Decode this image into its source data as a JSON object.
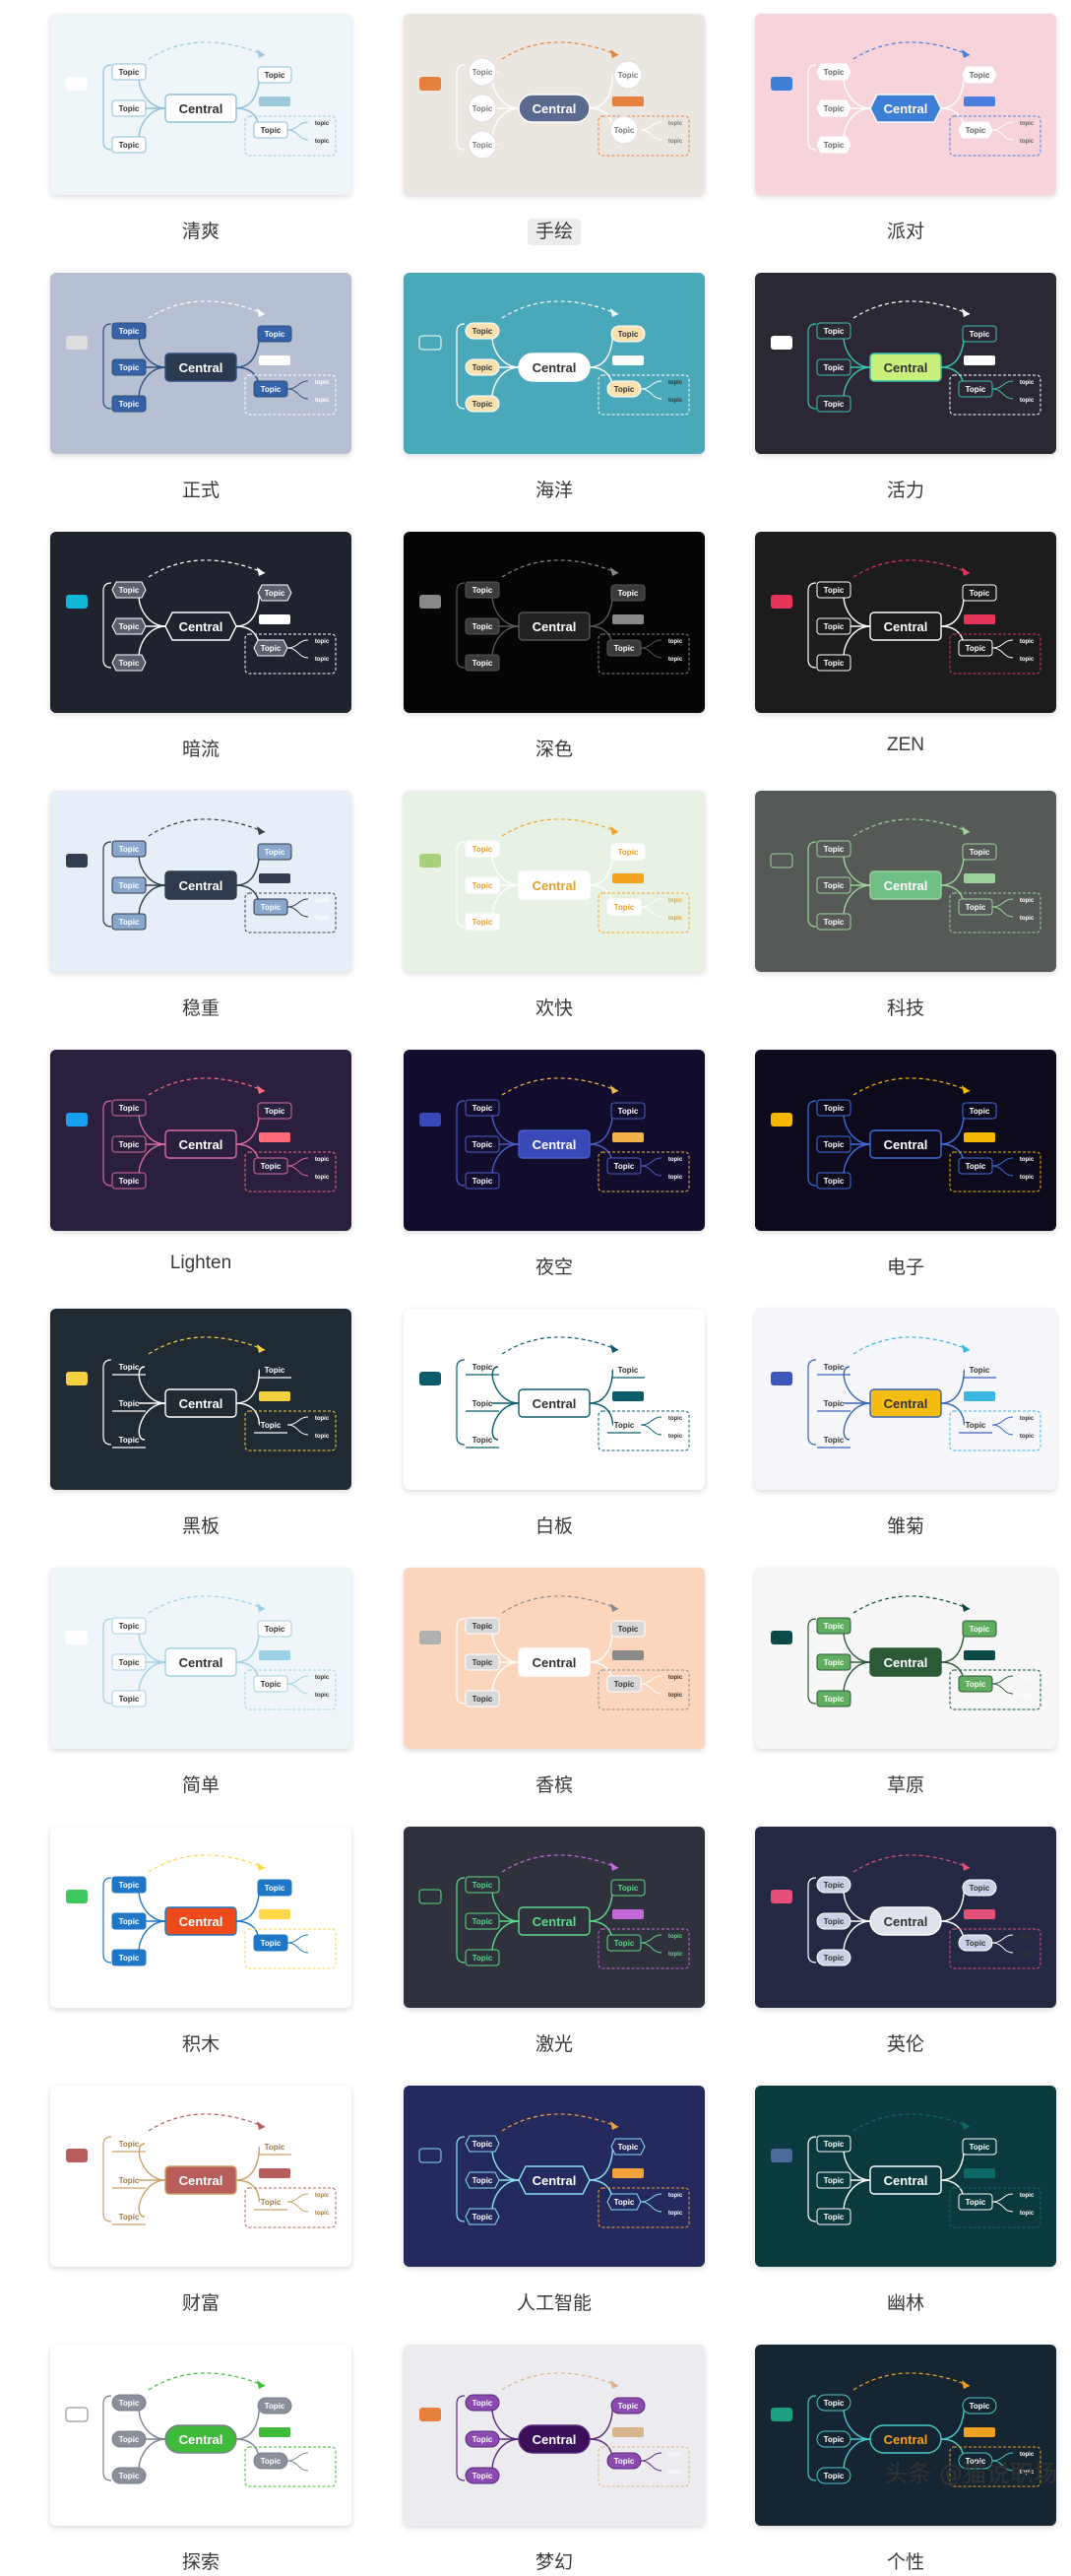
{
  "node_labels": {
    "topic": "Topic",
    "subtopic": "topic",
    "central": "Central"
  },
  "themes": [
    {
      "name": "清爽",
      "central": "Central",
      "highlighted": false,
      "bg": "#eef6fa",
      "accent": "#9dc8dc",
      "line": "#8fbfd6",
      "central_fill": "#ffffff",
      "central_text": "#333333",
      "topic_fill": "#ffffff",
      "topic_text": "#333333",
      "tag": "#ffffff",
      "style": "plain"
    },
    {
      "name": "手绘",
      "central": "Central",
      "highlighted": true,
      "bg": "#ece6e0",
      "accent": "#e6803c",
      "line": "#ffffff",
      "central_fill": "#5a6a8e",
      "central_text": "#ffffff",
      "topic_fill": "#ffffff",
      "topic_text": "#7a7a7a",
      "tag": "#e6803c",
      "style": "circle"
    },
    {
      "name": "派对",
      "central": "Central",
      "highlighted": false,
      "bg": "#f7d3dc",
      "accent": "#4a7fe0",
      "line": "#ffffff",
      "central_fill": "#3d7fd6",
      "central_text": "#ffffff",
      "topic_fill": "#ffffff",
      "topic_text": "#666666",
      "tag": "#3d7fd6",
      "style": "hex"
    },
    {
      "name": "正式",
      "central": "Central",
      "highlighted": false,
      "bg": "#b7c0d3",
      "accent": "#ffffff",
      "line": "#2f4f7f",
      "central_fill": "#2c3a4f",
      "central_text": "#ffffff",
      "topic_fill": "#3562a6",
      "topic_text": "#ffffff",
      "tag": "#dddddd",
      "style": "plain"
    },
    {
      "name": "海洋",
      "central": "Central",
      "highlighted": false,
      "bg": "#4aa8bb",
      "accent": "#ffffff",
      "line": "#ffffff",
      "central_fill": "#ffffff",
      "central_text": "#333333",
      "topic_fill": "#f9e1b0",
      "topic_text": "#333333",
      "tag": "#4aa8bb",
      "style": "oval"
    },
    {
      "name": "活力",
      "central": "Central",
      "highlighted": false,
      "bg": "#2c2833",
      "accent": "#ffffff",
      "line": "#39c2b1",
      "central_fill": "#c8f07a",
      "central_text": "#333333",
      "topic_fill": "#2c2833",
      "topic_text": "#ffffff",
      "tag": "#ffffff",
      "style": "plain"
    },
    {
      "name": "暗流",
      "central": "Central",
      "highlighted": false,
      "bg": "#1f232e",
      "accent": "#ffffff",
      "line": "#ffffff",
      "central_fill": "#1f232e",
      "central_text": "#ffffff",
      "topic_fill": "#5a5f6b",
      "topic_text": "#ffffff",
      "tag": "#10b6d8",
      "style": "hex"
    },
    {
      "name": "深色",
      "central": "Central",
      "highlighted": false,
      "bg": "#050505",
      "accent": "#888888",
      "line": "#555555",
      "central_fill": "#222222",
      "central_text": "#ffffff",
      "topic_fill": "#3a3a3a",
      "topic_text": "#ffffff",
      "tag": "#888888",
      "style": "plain"
    },
    {
      "name": "ZEN",
      "central": "Central",
      "highlighted": false,
      "bg": "#1c1c1c",
      "accent": "#e5345a",
      "line": "#ffffff",
      "central_fill": "#1c1c1c",
      "central_text": "#ffffff",
      "topic_fill": "#1c1c1c",
      "topic_text": "#ffffff",
      "tag": "#e5345a",
      "style": "plain"
    },
    {
      "name": "稳重",
      "central": "Central",
      "highlighted": false,
      "bg": "#e6eef7",
      "accent": "#333d4f",
      "line": "#2f3a4d",
      "central_fill": "#2f3a4d",
      "central_text": "#ffffff",
      "topic_fill": "#8aa6cc",
      "topic_text": "#ffffff",
      "tag": "#333d4f",
      "style": "plain"
    },
    {
      "name": "欢快",
      "central": "Central",
      "highlighted": false,
      "bg": "#e8f2e4",
      "accent": "#f2a21e",
      "line": "#ffffff",
      "central_fill": "#ffffff",
      "central_text": "#e6a02a",
      "topic_fill": "#ffffff",
      "topic_text": "#e6a02a",
      "tag": "#a8d07a",
      "style": "plain"
    },
    {
      "name": "科技",
      "central": "Central",
      "highlighted": false,
      "bg": "#555a57",
      "accent": "#9dd29a",
      "line": "#9dd29a",
      "central_fill": "#6fbf86",
      "central_text": "#ffffff",
      "topic_fill": "#555a57",
      "topic_text": "#ffffff",
      "tag": "#555a57",
      "style": "plain"
    },
    {
      "name": "Lighten",
      "central": "Central",
      "highlighted": false,
      "bg": "#2a1f3d",
      "accent": "#ff6b7a",
      "line": "#d86ca0",
      "central_fill": "#2a1f3d",
      "central_text": "#ffffff",
      "topic_fill": "#2a1f3d",
      "topic_text": "#ffffff",
      "tag": "#18a0f0",
      "style": "plain"
    },
    {
      "name": "夜空",
      "central": "Central",
      "highlighted": false,
      "bg": "#120d2c",
      "accent": "#f3b34a",
      "line": "#4a5dc6",
      "central_fill": "#3a49b8",
      "central_text": "#ffffff",
      "topic_fill": "#120d2c",
      "topic_text": "#ffffff",
      "tag": "#3a49b8",
      "style": "plain"
    },
    {
      "name": "电子",
      "central": "Central",
      "highlighted": false,
      "bg": "#0d0a1c",
      "accent": "#f5b800",
      "line": "#3d6fe0",
      "central_fill": "#0d0a1c",
      "central_text": "#ffffff",
      "topic_fill": "#0d0a1c",
      "topic_text": "#ffffff",
      "tag": "#f5b800",
      "style": "plain"
    },
    {
      "name": "黑板",
      "central": "Central",
      "highlighted": false,
      "bg": "#202a33",
      "accent": "#f5d142",
      "line": "#ffffff",
      "central_fill": "#202a33",
      "central_text": "#ffffff",
      "topic_fill": "#202a33",
      "topic_text": "#ffffff",
      "tag": "#f5d142",
      "style": "line"
    },
    {
      "name": "白板",
      "central": "Central",
      "highlighted": false,
      "bg": "#ffffff",
      "accent": "#0b5d6b",
      "line": "#0b5d6b",
      "central_fill": "#ffffff",
      "central_text": "#333333",
      "topic_fill": "#ffffff",
      "topic_text": "#333333",
      "tag": "#0b5d6b",
      "style": "line"
    },
    {
      "name": "雏菊",
      "central": "Central",
      "highlighted": false,
      "bg": "#f6f7fb",
      "accent": "#3ab7dc",
      "line": "#3a64b8",
      "central_fill": "#f5bd12",
      "central_text": "#333333",
      "topic_fill": "#f6f7fb",
      "topic_text": "#333333",
      "tag": "#3b55b8",
      "style": "line"
    },
    {
      "name": "简单",
      "central": "Central",
      "highlighted": false,
      "bg": "#eef6fa",
      "accent": "#9ad0e8",
      "line": "#a4cfe0",
      "central_fill": "#ffffff",
      "central_text": "#333333",
      "topic_fill": "#ffffff",
      "topic_text": "#333333",
      "tag": "#ffffff",
      "style": "plain"
    },
    {
      "name": "香槟",
      "central": "Central",
      "highlighted": false,
      "bg": "#fcd5bd",
      "accent": "#8a8a8a",
      "line": "#ffffff",
      "central_fill": "#ffffff",
      "central_text": "#333333",
      "topic_fill": "#d8d8d8",
      "topic_text": "#333333",
      "tag": "#b0b0b0",
      "style": "plain"
    },
    {
      "name": "草原",
      "central": "Central",
      "highlighted": false,
      "bg": "#f7f7f7",
      "accent": "#0b4a48",
      "line": "#2d5a36",
      "central_fill": "#2d5a36",
      "central_text": "#ffffff",
      "topic_fill": "#5fae5f",
      "topic_text": "#ffffff",
      "tag": "#0b4a48",
      "style": "plain"
    },
    {
      "name": "积木",
      "central": "Central",
      "highlighted": false,
      "bg": "#ffffff",
      "accent": "#ffd84a",
      "line": "#1f77c8",
      "central_fill": "#f04a1a",
      "central_text": "#ffffff",
      "topic_fill": "#1f77c8",
      "topic_text": "#ffffff",
      "tag": "#3ec860",
      "style": "plain"
    },
    {
      "name": "激光",
      "central": "Central",
      "highlighted": false,
      "bg": "#2f313c",
      "accent": "#c46ad8",
      "line": "#5cd88a",
      "central_fill": "#2f313c",
      "central_text": "#5cd88a",
      "topic_fill": "#2f313c",
      "topic_text": "#5cd88a",
      "tag": "#2f313c",
      "style": "plain"
    },
    {
      "name": "英伦",
      "central": "Central",
      "highlighted": false,
      "bg": "#242842",
      "accent": "#e5507a",
      "line": "#ffffff",
      "central_fill": "#dfe3ee",
      "central_text": "#333333",
      "topic_fill": "#c9d2e6",
      "topic_text": "#333333",
      "tag": "#e5507a",
      "style": "oval"
    },
    {
      "name": "财富",
      "central": "Central",
      "highlighted": false,
      "bg": "#ffffff",
      "accent": "#b85c5c",
      "line": "#c9a36a",
      "central_fill": "#b85c5c",
      "central_text": "#ffffff",
      "topic_fill": "#ffffff",
      "topic_text": "#a07a40",
      "tag": "#b85c5c",
      "style": "line"
    },
    {
      "name": "人工智能",
      "central": "Central",
      "highlighted": false,
      "bg": "#242a5e",
      "accent": "#f3a13a",
      "line": "#8de0f0",
      "central_fill": "#242a5e",
      "central_text": "#ffffff",
      "topic_fill": "#242a5e",
      "topic_text": "#ffffff",
      "tag": "#242a5e",
      "style": "hex"
    },
    {
      "name": "幽林",
      "central": "Central",
      "highlighted": false,
      "bg": "#0b3a3e",
      "accent": "#0e6a66",
      "line": "#ffffff",
      "central_fill": "#0b3a3e",
      "central_text": "#ffffff",
      "topic_fill": "#0b3a3e",
      "topic_text": "#ffffff",
      "tag": "#4a6a9a",
      "style": "plain"
    },
    {
      "name": "探索",
      "central": "Central",
      "highlighted": false,
      "bg": "#ffffff",
      "accent": "#3fba3a",
      "line": "#7a8290",
      "central_fill": "#3fba3a",
      "central_text": "#ffffff",
      "topic_fill": "#8a8f9a",
      "topic_text": "#ffffff",
      "tag": "#ffffff",
      "style": "oval"
    },
    {
      "name": "梦幻",
      "central": "Central",
      "highlighted": false,
      "bg": "#ececf0",
      "accent": "#d8b48a",
      "line": "#5a2a7a",
      "central_fill": "#3c0f5a",
      "central_text": "#ffffff",
      "topic_fill": "#8a4ab0",
      "topic_text": "#ffffff",
      "tag": "#e6803c",
      "style": "oval"
    },
    {
      "name": "个性",
      "central": "Central",
      "highlighted": false,
      "bg": "#152632",
      "accent": "#f0a020",
      "line": "#4ac8c8",
      "central_fill": "#152632",
      "central_text": "#f0a020",
      "topic_fill": "#152632",
      "topic_text": "#ffffff",
      "tag": "#1fa080",
      "style": "oval"
    }
  ],
  "watermark": "头条 @猫说职场"
}
